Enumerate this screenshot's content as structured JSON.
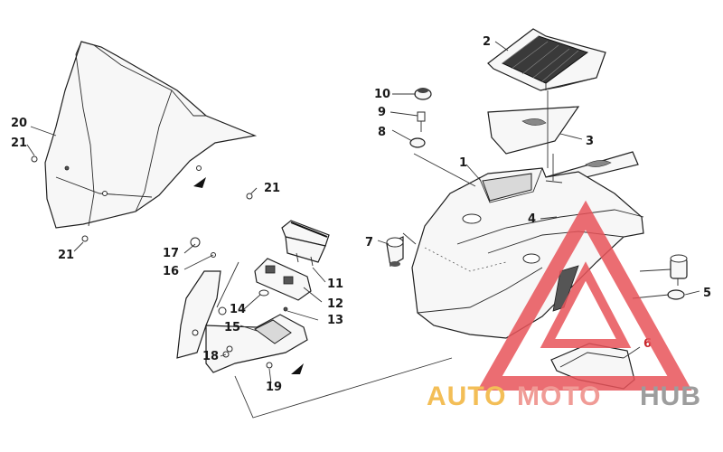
{
  "callouts": {
    "c1": "1",
    "c2": "2",
    "c3": "3",
    "c4": "4",
    "c5": "5",
    "c6": "6",
    "c7": "7",
    "c8": "8",
    "c9": "9",
    "c10": "10",
    "c11": "11",
    "c12": "12",
    "c13": "13",
    "c14": "14",
    "c15": "15",
    "c16": "16",
    "c17": "17",
    "c18": "18",
    "c19": "19",
    "c20": "20",
    "c21a": "21",
    "c21b": "21",
    "c21c": "21"
  },
  "watermark": {
    "auto": "AUTO",
    "moto": "MOTO",
    "hub": "HUB",
    "colors": {
      "auto": "#f2b33a",
      "moto": "#ee8a84",
      "hub": "#8c8c8c",
      "triangle": "#e8545a"
    }
  },
  "icons": [
    "windshield",
    "storage-net",
    "headlight-lens",
    "fairing",
    "instrument-gauge",
    "mounting-bracket",
    "knob",
    "lamp-socket",
    "screw",
    "nut",
    "direction-arrow"
  ]
}
